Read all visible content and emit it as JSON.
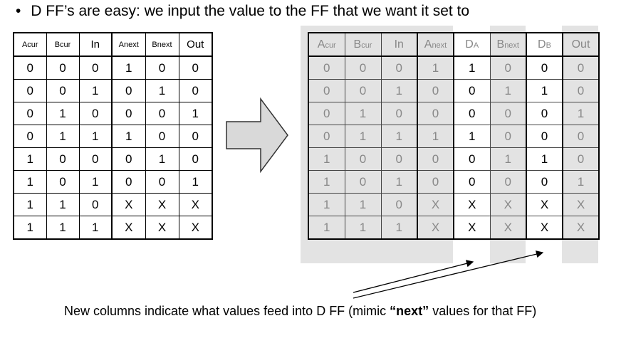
{
  "title": {
    "bullet": "•",
    "text": "D FF’s are easy: we input the value to the FF that we want it set to"
  },
  "left_table": {
    "headers": [
      "A",
      "cur",
      "B",
      "cur",
      "In",
      "A",
      "next",
      "B",
      "next",
      "Out"
    ],
    "rows": [
      [
        "0",
        "0",
        "0",
        "1",
        "0",
        "0"
      ],
      [
        "0",
        "0",
        "1",
        "0",
        "1",
        "0"
      ],
      [
        "0",
        "1",
        "0",
        "0",
        "0",
        "1"
      ],
      [
        "0",
        "1",
        "1",
        "1",
        "0",
        "0"
      ],
      [
        "1",
        "0",
        "0",
        "0",
        "1",
        "0"
      ],
      [
        "1",
        "0",
        "1",
        "0",
        "0",
        "1"
      ],
      [
        "1",
        "1",
        "0",
        "X",
        "X",
        "X"
      ],
      [
        "1",
        "1",
        "1",
        "X",
        "X",
        "X"
      ]
    ]
  },
  "right_table": {
    "headers": [
      "A",
      "cur",
      "B",
      "cur",
      "In",
      "A",
      "next",
      "D",
      "A",
      "B",
      "next",
      "D",
      "B",
      "Out"
    ],
    "rows": [
      [
        "0",
        "0",
        "0",
        "1",
        "1",
        "0",
        "0",
        "0"
      ],
      [
        "0",
        "0",
        "1",
        "0",
        "0",
        "1",
        "1",
        "0"
      ],
      [
        "0",
        "1",
        "0",
        "0",
        "0",
        "0",
        "0",
        "1"
      ],
      [
        "0",
        "1",
        "1",
        "1",
        "1",
        "0",
        "0",
        "0"
      ],
      [
        "1",
        "0",
        "0",
        "0",
        "0",
        "1",
        "1",
        "0"
      ],
      [
        "1",
        "0",
        "1",
        "0",
        "0",
        "0",
        "0",
        "1"
      ],
      [
        "1",
        "1",
        "0",
        "X",
        "X",
        "X",
        "X",
        "X"
      ],
      [
        "1",
        "1",
        "1",
        "X",
        "X",
        "X",
        "X",
        "X"
      ]
    ]
  },
  "caption": {
    "part1": "New columns indicate what values feed into D FF (mimic ",
    "quote": "“next”",
    "part2": " values for that FF)"
  },
  "colors": {
    "panel_gray": "#e3e3e3",
    "faded_text": "#888888",
    "arrow_fill": "#d9d9d9"
  },
  "icons": {
    "arrow": "right-block-arrow-icon"
  }
}
